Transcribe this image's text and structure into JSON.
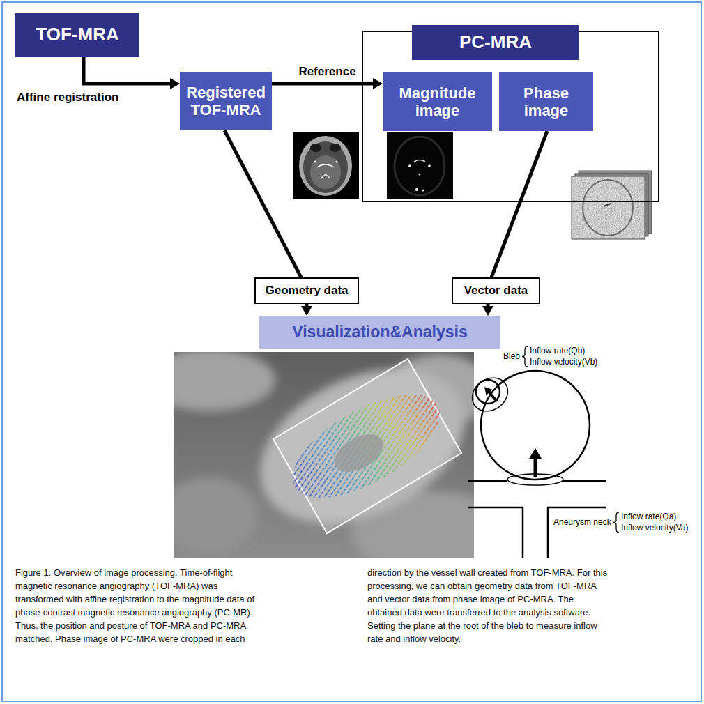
{
  "diagram": {
    "caption": "Figure 1. Overview of image processing. Time-of-flight magnetic resonance angiography (TOF-MRA) was transformed with affine registration to the magnitude data of phase-contrast magnetic resonance angiography (PC-MR). Thus, the position and posture of TOF-MRA and PC-MRA matched. Phase image of PC-MRA were cropped in each direction by the vessel wall created from TOF-MRA. For this processing, we can obtain geometry data from TOF-MRA and vector data from phase image of PC-MRA. The obtained data were transferred to the analysis software. Setting the plane at the root of the bleb to measure inflow rate and inflow velocity.",
    "nodes": [
      {
        "text": [
          "TOF-MRA"
        ]
      },
      {
        "text": [
          "PC-MRA"
        ]
      },
      {
        "text": [
          "Registered TOF-MRA"
        ]
      },
      {
        "text": [
          "Magnitude image"
        ],
        "in": 1
      },
      {
        "text": [
          "Phase image"
        ],
        "in": 1
      },
      {
        "text": [
          "Geometry data"
        ]
      },
      {
        "text": [
          "Vector data"
        ]
      },
      {
        "text": [
          "Visualization&Analysis"
        ]
      }
    ],
    "edges": [
      {
        "from": 0,
        "to": 2,
        "label": "Affine registration",
        "arrow": "to"
      },
      {
        "from": 2,
        "to": 3,
        "label": "Reference",
        "arrow": "to"
      },
      {
        "from": 2,
        "to": 5,
        "arrow": "none"
      },
      {
        "from": 4,
        "to": 6,
        "arrow": "none"
      },
      {
        "from": 5,
        "to": 7,
        "arrow": "to"
      },
      {
        "from": 6,
        "to": 7,
        "arrow": "to"
      }
    ],
    "labels": [
      "Bleb",
      "Inflow rate(Qb)",
      "Inflow velocity(Vb)",
      "Aneurysm neck",
      "Inflow rate(Qa)",
      "Inflow velocity(Va)"
    ]
  }
}
